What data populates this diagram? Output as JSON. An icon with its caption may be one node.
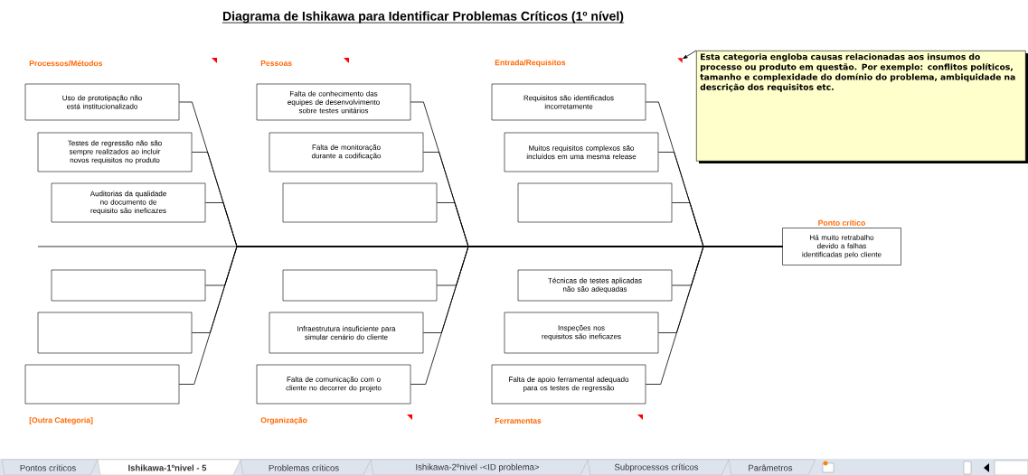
{
  "diagram": {
    "title": "Diagrama de Ishikawa para Identificar Problemas Críticos (1º nível)",
    "nodes": [
      {
        "text": [
          "Uso de prototipação não está institucionalizado"
        ]
      },
      {
        "text": [
          "Testes de regressão não são sempre realizados ao incluir novos requisitos no produto"
        ]
      },
      {
        "text": [
          "Auditorias da qualidade no documento de requisito são ineficazes"
        ]
      },
      {
        "text": [
          "Falta de conhecimento das equipes de desenvolvimento sobre testes unitários"
        ]
      },
      {
        "text": [
          "Falta de monitoração durante a codificação"
        ]
      },
      {
        "text": [],
        "shape": "box"
      },
      {
        "text": [
          "Requisitos são identificados incorretamente"
        ]
      },
      {
        "text": [
          "Muitos requisitos complexos são incluídos em uma mesma release"
        ]
      },
      {
        "text": [],
        "shape": "box"
      },
      {
        "text": [],
        "shape": "triangle"
      },
      {
        "text": [
          "Esta categoria engloba causas relacionadas aos insumos do processo ou produto em questão. Por exemplo: conflitos políticos, tamanho e complexidade do domínio do problema, ambiquidade na descrição dos requisitos etc."
        ]
      },
      {
        "text": [
          "Ponto crítico",
          "Há muito retrabalho devido a falhas identificadas pelo cliente"
        ]
      },
      {
        "text": [],
        "shape": "box"
      },
      {
        "text": [],
        "shape": "box"
      },
      {
        "text": [],
        "shape": "box"
      },
      {
        "text": [],
        "shape": "box"
      },
      {
        "text": [
          "Infraestrutura insuficiente para simular cenário do cliente"
        ]
      },
      {
        "text": [
          "Falta de comunicação com o cliente no decorrer do projeto"
        ]
      },
      {
        "text": [
          "Técnicas de testes aplicadas não são adequadas"
        ]
      },
      {
        "text": [
          "Inspeções nos requisitos são ineficazes"
        ]
      },
      {
        "text": [
          "Falta de apoio ferramental adequado para os testes de regressão"
        ]
      }
    ],
    "edges": [
      {
        "from": 0,
        "to": 11,
        "arrow": "none"
      },
      {
        "from": 1,
        "to": 11,
        "arrow": "none"
      },
      {
        "from": 2,
        "to": 11,
        "arrow": "none"
      },
      {
        "from": 3,
        "to": 11,
        "arrow": "none"
      },
      {
        "from": 4,
        "to": 11,
        "arrow": "none"
      },
      {
        "from": 5,
        "to": 11,
        "arrow": "none"
      },
      {
        "from": 6,
        "to": 11,
        "arrow": "none"
      },
      {
        "from": 7,
        "to": 11,
        "arrow": "none"
      },
      {
        "from": 8,
        "to": 11,
        "arrow": "none"
      },
      {
        "from": 12,
        "to": 11,
        "arrow": "none"
      },
      {
        "from": 13,
        "to": 11,
        "arrow": "none"
      },
      {
        "from": 14,
        "to": 11,
        "arrow": "none"
      },
      {
        "from": 15,
        "to": 11,
        "arrow": "none"
      },
      {
        "from": 16,
        "to": 11,
        "arrow": "none"
      },
      {
        "from": 17,
        "to": 11,
        "arrow": "none"
      },
      {
        "from": 18,
        "to": 11,
        "arrow": "none"
      },
      {
        "from": 19,
        "to": 11,
        "arrow": "none"
      },
      {
        "from": 20,
        "to": 11,
        "arrow": "none"
      },
      {
        "from": 10,
        "to": 9,
        "arrow": "to"
      }
    ],
    "labels": [
      "Processos/Métodos",
      "Pessoas",
      "Entrada/Requisitos",
      "[Outra Categoria]",
      "Organização",
      "Ferramentas",
      "Pontos críticos",
      "Ishikawa-1ºnivel - 5",
      "Problemas críticos",
      "Ishikawa-2ºnivel -<ID problema>",
      "Subprocessos críticos",
      "Parâmetros"
    ]
  }
}
